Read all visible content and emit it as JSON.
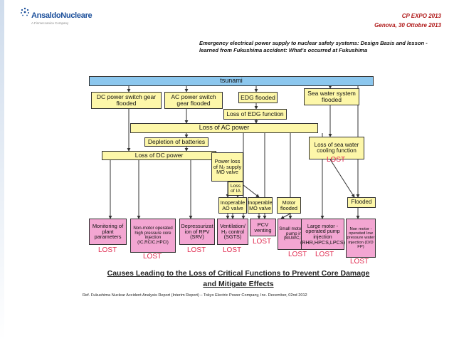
{
  "header": {
    "logo_text": "AnsaldoNucleare",
    "logo_subtext": "A Finmeccanica Company",
    "event": "CP EXPO 2013",
    "location_date": "Genova, 30 Ottobre 2013",
    "subtitle": "Emergency electrical power supply to nuclear safety systems: Design Basis and lesson -learned from Fukushima accident: What’s occurred at Fukushima"
  },
  "diagram": {
    "tsunami": "tsunami",
    "dc_switch": "DC power switch gear flooded",
    "ac_switch": "AC power switch gear flooded",
    "edg_flooded": "EDG flooded",
    "sea_water_flooded": "Sea water system flooded",
    "loss_edg": "Loss of EDG function",
    "loss_ac": "Loss of AC power",
    "depletion": "Depletion of batteries",
    "loss_dc": "Loss of DC power",
    "n2_power_loss": "Power loss of N₂ supply MO valve",
    "loss_ia": "Loss of IA",
    "inoperable_ao": "Inoperable AO valve",
    "inoperable_mo": "Inoperable MO valve",
    "motor_flooded": "Motor flooded",
    "loss_sea_cooling": "Loss of sea water cooling function",
    "flooded": "Flooded",
    "f_monitoring": "Monitoring of plant parameters",
    "f_hp_injection": "Non-motor operated high pressure core injection (IC,RCIC,HPCI)",
    "f_depress": "Depressurizat ion of RPV (SRV)",
    "f_ventilation": "Ventilation/ H₂ control (SGTS)",
    "f_pcv": "PCV venting",
    "f_small_pump": "Small motor-operated pump injection (MUWC,M/C FP)",
    "f_large_pump": "Large motor -operated pump injection (RHR,HPCS,LPCS)",
    "f_lp_injection": "Non motor -operated low pressure water injection (D/D FP)",
    "lost": "LOST",
    "caption_line1": "Causes Leading to the Loss of Critical Functions to Prevent Core Damage",
    "caption_line2": "and Mitigate Effects"
  },
  "footer": {
    "reference": "Ref. Fukushima Nuclear Accident Analysis Report  (Interim Report) – Tokyo Electric Power Company, Inc. December, 02nd  2012"
  },
  "colors": {
    "accent_red": "#b01919",
    "box_yellow": "#fdf7a9",
    "box_blue": "#8cc7ee",
    "box_pink": "#f3a6d2",
    "lost_red": "#e0284e"
  }
}
